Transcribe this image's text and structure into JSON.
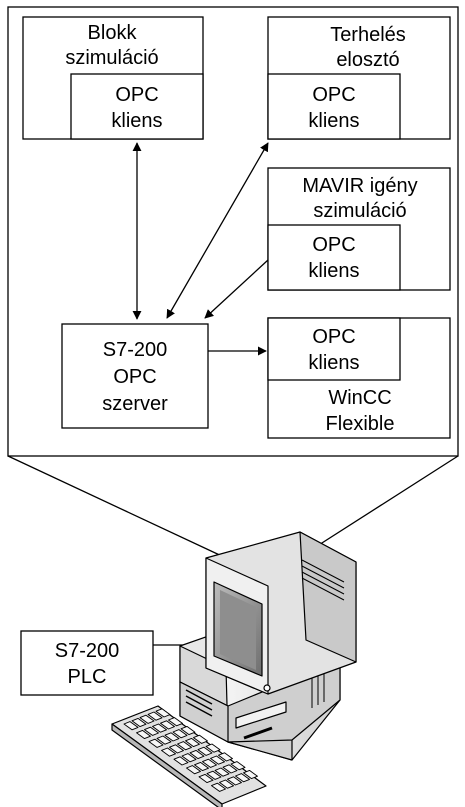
{
  "diagram": {
    "blokk": {
      "title": [
        "Blokk",
        "szimuláció"
      ],
      "inner": [
        "OPC",
        "kliens"
      ]
    },
    "terheles": {
      "title": [
        "Terhelés",
        "elosztó"
      ],
      "inner": [
        "OPC",
        "kliens"
      ]
    },
    "mavir": {
      "title": [
        "MAVIR igény",
        "szimuláció"
      ],
      "inner": [
        "OPC",
        "kliens"
      ]
    },
    "server": {
      "lines": [
        "S7-200",
        "OPC",
        "szerver"
      ]
    },
    "wincc": {
      "inner": [
        "OPC",
        "kliens"
      ],
      "title": [
        "WinCC",
        "Flexible"
      ]
    },
    "plc": {
      "lines": [
        "S7-200",
        "PLC"
      ]
    },
    "computer_icon": "desktop-computer-icon",
    "keyboard_icon": "keyboard-icon"
  }
}
